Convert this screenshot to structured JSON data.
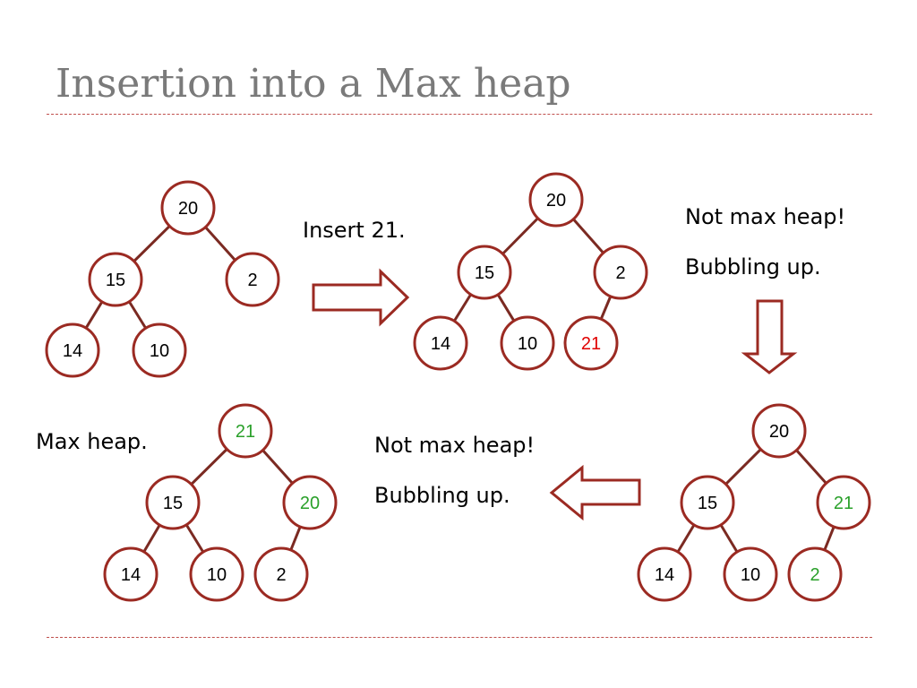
{
  "title": "Insertion into a Max heap",
  "captions": {
    "insert": "Insert 21.",
    "not_max_1": "Not max heap!",
    "bubbling_1": "Bubbling up.",
    "not_max_2": "Not max heap!",
    "bubbling_2": "Bubbling up.",
    "max_heap": "Max heap."
  },
  "colors": {
    "node_stroke": "#9b2a22",
    "edge": "#7b2a22",
    "arrow": "#9b2a22",
    "normal_text": "#000000",
    "new_text": "#e00000",
    "moved_text": "#2aa02a"
  },
  "trees": [
    {
      "name": "initial",
      "nodes": [
        {
          "label": "20",
          "state": "normal"
        },
        {
          "label": "15",
          "state": "normal"
        },
        {
          "label": "2",
          "state": "normal"
        },
        {
          "label": "14",
          "state": "normal"
        },
        {
          "label": "10",
          "state": "normal"
        }
      ]
    },
    {
      "name": "after-insert",
      "nodes": [
        {
          "label": "20",
          "state": "normal"
        },
        {
          "label": "15",
          "state": "normal"
        },
        {
          "label": "2",
          "state": "normal"
        },
        {
          "label": "14",
          "state": "normal"
        },
        {
          "label": "10",
          "state": "normal"
        },
        {
          "label": "21",
          "state": "new"
        }
      ]
    },
    {
      "name": "first-swap",
      "nodes": [
        {
          "label": "20",
          "state": "normal"
        },
        {
          "label": "15",
          "state": "normal"
        },
        {
          "label": "21",
          "state": "moved"
        },
        {
          "label": "14",
          "state": "normal"
        },
        {
          "label": "10",
          "state": "normal"
        },
        {
          "label": "2",
          "state": "moved"
        }
      ]
    },
    {
      "name": "final",
      "nodes": [
        {
          "label": "21",
          "state": "moved"
        },
        {
          "label": "15",
          "state": "normal"
        },
        {
          "label": "20",
          "state": "moved"
        },
        {
          "label": "14",
          "state": "normal"
        },
        {
          "label": "10",
          "state": "normal"
        },
        {
          "label": "2",
          "state": "normal"
        }
      ]
    }
  ]
}
